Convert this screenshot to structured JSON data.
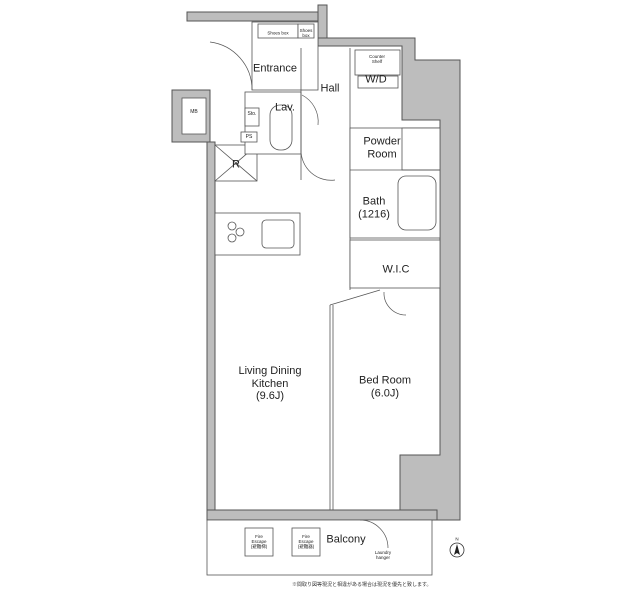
{
  "rooms": {
    "shoes_box_1": "Shoes box",
    "shoes_box_2": "Shoes box",
    "entrance": "Entrance",
    "hall": "Hall",
    "counter_shelf": "Counter Shelf",
    "wd": "W/D",
    "mb": "MB",
    "sto": "Sto.",
    "lav": "Lav.",
    "ps": "PS",
    "r": "R",
    "powder_room": "Powder Room",
    "bath": "Bath",
    "bath_size": "(1216)",
    "wic": "W.I.C",
    "ldk": "Living Dining Kitchen",
    "ldk_size": "(9.6J)",
    "bedroom": "Bed Room",
    "bedroom_size": "(6.0J)",
    "balcony": "Balcony",
    "fire_escape_1": "Fire Escape",
    "fire_escape_1_sub": "(避難梯)",
    "fire_escape_2": "Fire Escape",
    "fire_escape_2_sub": "(避難器)",
    "laundry_hanger": "Laundry hanger"
  },
  "compass": "N",
  "note": "※間取り図等現況と相違がある場合は現況を優先と致します。"
}
